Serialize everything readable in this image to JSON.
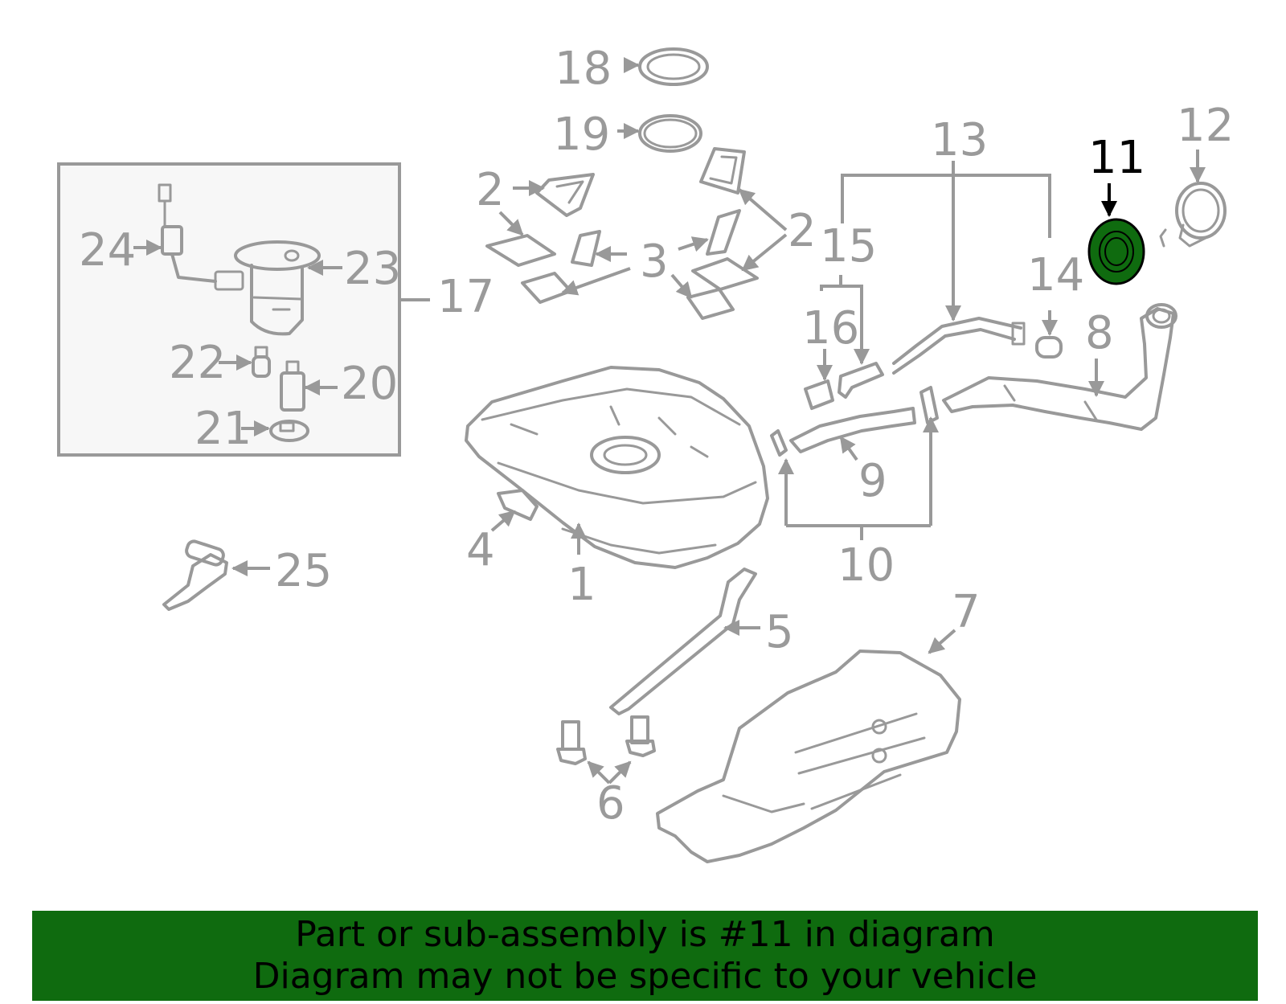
{
  "diagram": {
    "highlight_color": "#0f6b0f",
    "highlighted_part": "11",
    "callouts": {
      "n1": "1",
      "n2a": "2",
      "n2b": "2",
      "n3": "3",
      "n4": "4",
      "n5": "5",
      "n6": "6",
      "n7": "7",
      "n8": "8",
      "n9": "9",
      "n10": "10",
      "n11": "11",
      "n12": "12",
      "n13": "13",
      "n14": "14",
      "n15": "15",
      "n16": "16",
      "n17": "17",
      "n18": "18",
      "n19": "19",
      "n20": "20",
      "n21": "21",
      "n22": "22",
      "n23": "23",
      "n24": "24",
      "n25": "25"
    }
  },
  "banner": {
    "line1": "Part or sub-assembly is #11 in diagram",
    "line2": "Diagram may not be specific to your vehicle"
  }
}
